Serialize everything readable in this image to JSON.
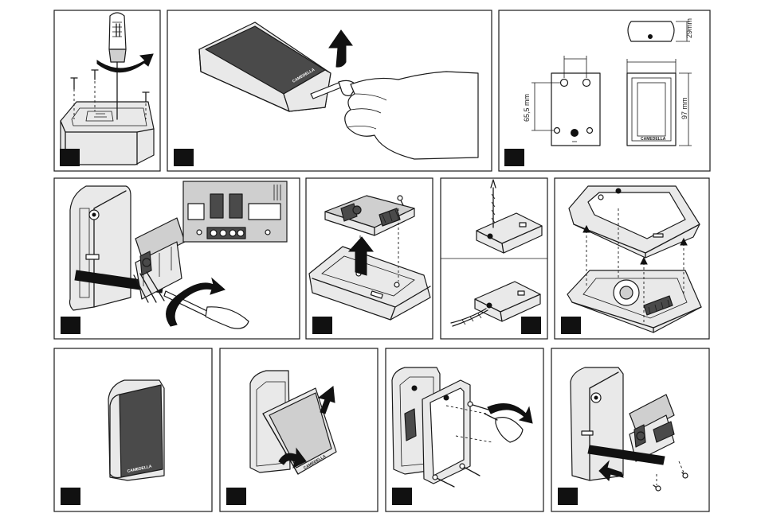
{
  "dimensions": {
    "height_top": "29mm",
    "width": "65,5 mm",
    "height": "97 mm"
  },
  "brand": "CAMEDELLA",
  "colors": {
    "ink": "#1a1a1a",
    "panel_bg": "#ffffff",
    "cover_dark": "#4a4a4a",
    "housing_light": "#e9e9e9"
  },
  "panels": [
    {
      "id": 1,
      "content": "screw-mounting-with-screwdriver"
    },
    {
      "id": 2,
      "content": "cover-removal-with-screwdriver"
    },
    {
      "id": 3,
      "content": "dimension-drawing"
    },
    {
      "id": 4,
      "content": "wiring-terminal-block"
    },
    {
      "id": 5,
      "content": "board-insertion-into-base"
    },
    {
      "id": 6,
      "content": "drilling-cable-entry"
    },
    {
      "id": 7,
      "content": "frame-fitting-onto-base"
    },
    {
      "id": 8,
      "content": "assembled-device"
    },
    {
      "id": 9,
      "content": "cover-closing"
    },
    {
      "id": 10,
      "content": "wall-fixing-with-screws"
    },
    {
      "id": 11,
      "content": "cable-insertion-and-screws"
    }
  ]
}
